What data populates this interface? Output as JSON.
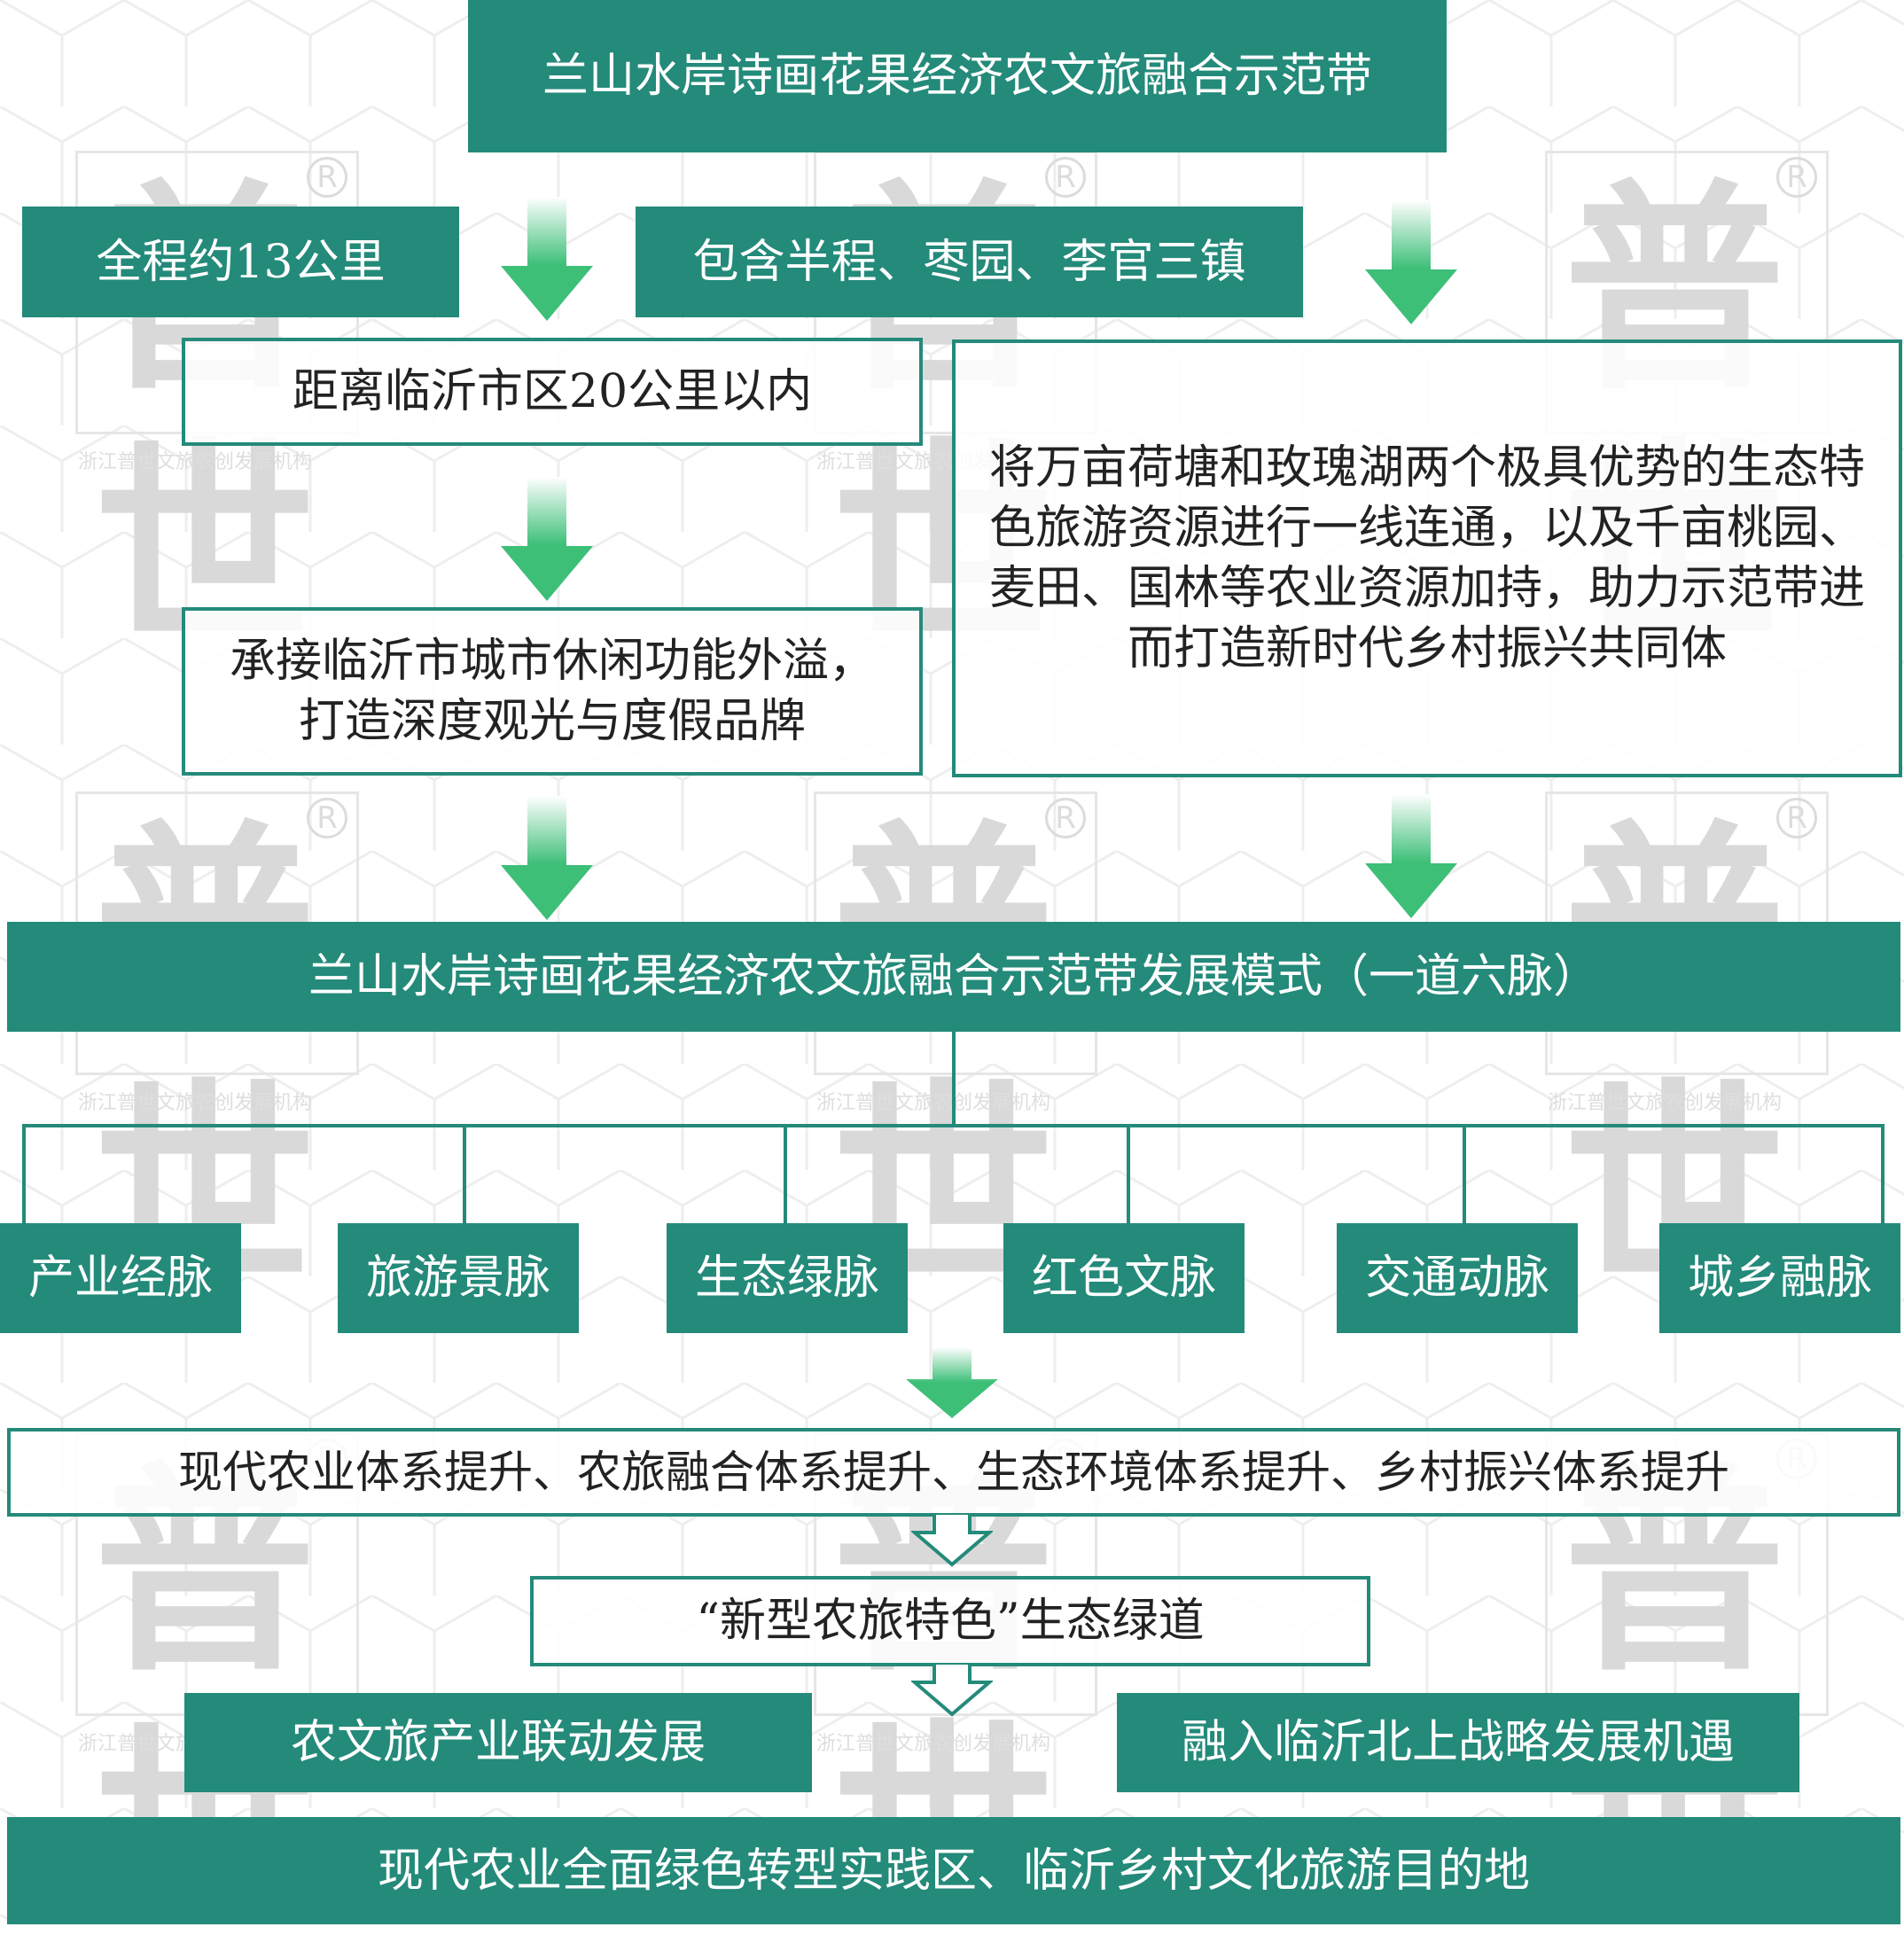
{
  "colors": {
    "primary": "#248a7a",
    "arrow": "#3dbf78",
    "text_dark": "#222222"
  },
  "watermark": {
    "icon": "brand-logo-icon",
    "glyph": "普世",
    "reg": "R",
    "org": "浙江普世文旅农创发展机构"
  },
  "title": "兰山水岸诗画花果经济农文旅融合示范带",
  "fact_length": "全程约13公里",
  "fact_towns": "包含半程、枣园、李官三镇",
  "fact_distance": "距离临沂市区20公里以内",
  "fact_function": "承接临沂市城市休闲功能外溢，打造深度观光与度假品牌",
  "fact_resources": "将万亩荷塘和玫瑰湖两个极具优势的生态特色旅游资源进行一线连通，以及千亩桃园、麦田、国林等农业资源加持，助力示范带进而打造新时代乡村振兴共同体",
  "model_title": "兰山水岸诗画花果经济农文旅融合示范带发展模式（一道六脉）",
  "veins": [
    "产业经脉",
    "旅游景脉",
    "生态绿脉",
    "红色文脉",
    "交通动脉",
    "城乡融脉"
  ],
  "systems": "现代农业体系提升、农旅融合体系提升、生态环境体系提升、乡村振兴体系提升",
  "greenway": "“新型农旅特色”生态绿道",
  "outcome_left": "农文旅产业联动发展",
  "outcome_right": "融入临沂北上战略发展机遇",
  "goal": "现代农业全面绿色转型实践区、临沂乡村文化旅游目的地"
}
